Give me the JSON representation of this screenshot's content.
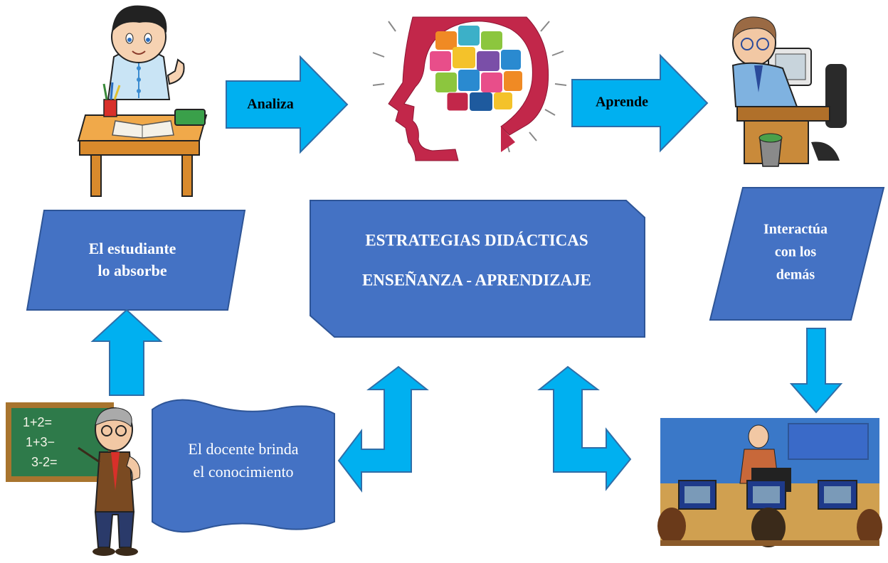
{
  "colors": {
    "arrow_fill": "#00b0f0",
    "arrow_stroke": "#2f6ea8",
    "shape_fill": "#4472c4",
    "shape_stroke": "#2e5597",
    "white": "#ffffff",
    "black": "#000000"
  },
  "arrows": {
    "analiza": "Analiza",
    "aprende": "Aprende"
  },
  "shapes": {
    "estudiante": {
      "line1": "El estudiante",
      "line2": "lo absorbe"
    },
    "center": {
      "line1": "ESTRATEGIAS DIDÁCTICAS",
      "line2": "ENSEÑANZA - APRENDIZAJE"
    },
    "interactua": {
      "line1": "Interactúa",
      "line2": "con los",
      "line3": "demás"
    },
    "docente": {
      "line1": "El docente brinda",
      "line2": "el conocimiento"
    }
  },
  "chalkboard": {
    "eq1": "1+2=",
    "eq2": "1+3−",
    "eq3": "3-2="
  },
  "icons": {
    "student": "student-at-desk-icon",
    "brain": "brain-puzzle-head-icon",
    "computer_worker": "person-at-computer-icon",
    "teacher": "teacher-chalkboard-icon",
    "classroom": "computer-classroom-icon"
  }
}
